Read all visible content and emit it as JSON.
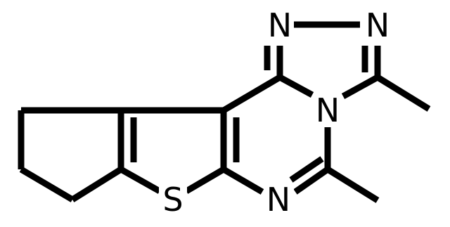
{
  "atoms": {
    "n1": "N",
    "n2": "N",
    "n4": "N",
    "n5": "N",
    "s": "S"
  }
}
